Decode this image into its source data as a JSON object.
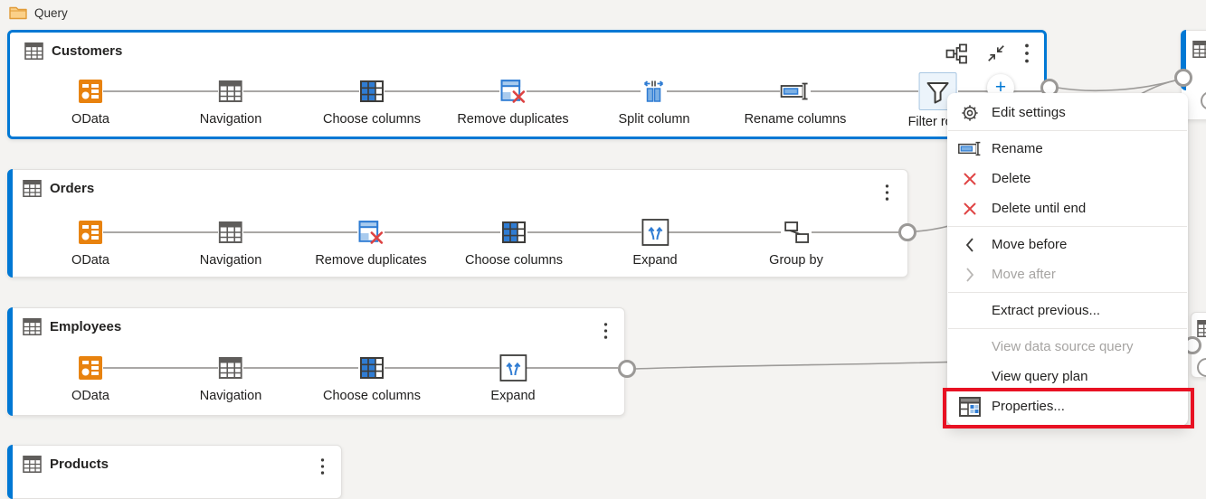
{
  "colors": {
    "accent": "#0078d4",
    "canvas_bg": "#f4f3f1",
    "odata_orange": "#e8820e",
    "step_blue": "#2f7cd3",
    "delete_red": "#e04545",
    "annotation_red": "#e81123"
  },
  "header": {
    "folder_label": "Query"
  },
  "queries": [
    {
      "name": "Customers",
      "selected": true,
      "steps": [
        {
          "label": "OData"
        },
        {
          "label": "Navigation"
        },
        {
          "label": "Choose columns"
        },
        {
          "label": "Remove duplicates"
        },
        {
          "label": "Split column"
        },
        {
          "label": "Rename columns"
        },
        {
          "label": "Filter rows",
          "selected": true
        }
      ]
    },
    {
      "name": "Orders",
      "selected": false,
      "steps": [
        {
          "label": "OData"
        },
        {
          "label": "Navigation"
        },
        {
          "label": "Remove duplicates"
        },
        {
          "label": "Choose columns"
        },
        {
          "label": "Expand"
        },
        {
          "label": "Group by"
        }
      ]
    },
    {
      "name": "Employees",
      "selected": false,
      "steps": [
        {
          "label": "OData"
        },
        {
          "label": "Navigation"
        },
        {
          "label": "Choose columns"
        },
        {
          "label": "Expand"
        }
      ]
    },
    {
      "name": "Products",
      "selected": false,
      "steps": []
    }
  ],
  "context_menu": {
    "items": [
      {
        "label": "Edit settings",
        "icon": "gear-icon",
        "enabled": true
      },
      {
        "label": "Rename",
        "icon": "rename-icon",
        "enabled": true
      },
      {
        "label": "Delete",
        "icon": "delete-icon",
        "enabled": true
      },
      {
        "label": "Delete until end",
        "icon": "delete-icon",
        "enabled": true
      },
      {
        "label": "Move before",
        "icon": "chevron-left-icon",
        "enabled": true
      },
      {
        "label": "Move after",
        "icon": "chevron-right-icon",
        "enabled": false
      },
      {
        "label": "Extract previous...",
        "icon": null,
        "enabled": true
      },
      {
        "label": "View data source query",
        "icon": null,
        "enabled": false
      },
      {
        "label": "View query plan",
        "icon": null,
        "enabled": true
      },
      {
        "label": "Properties...",
        "icon": "properties-icon",
        "enabled": true,
        "highlighted": true
      }
    ]
  }
}
